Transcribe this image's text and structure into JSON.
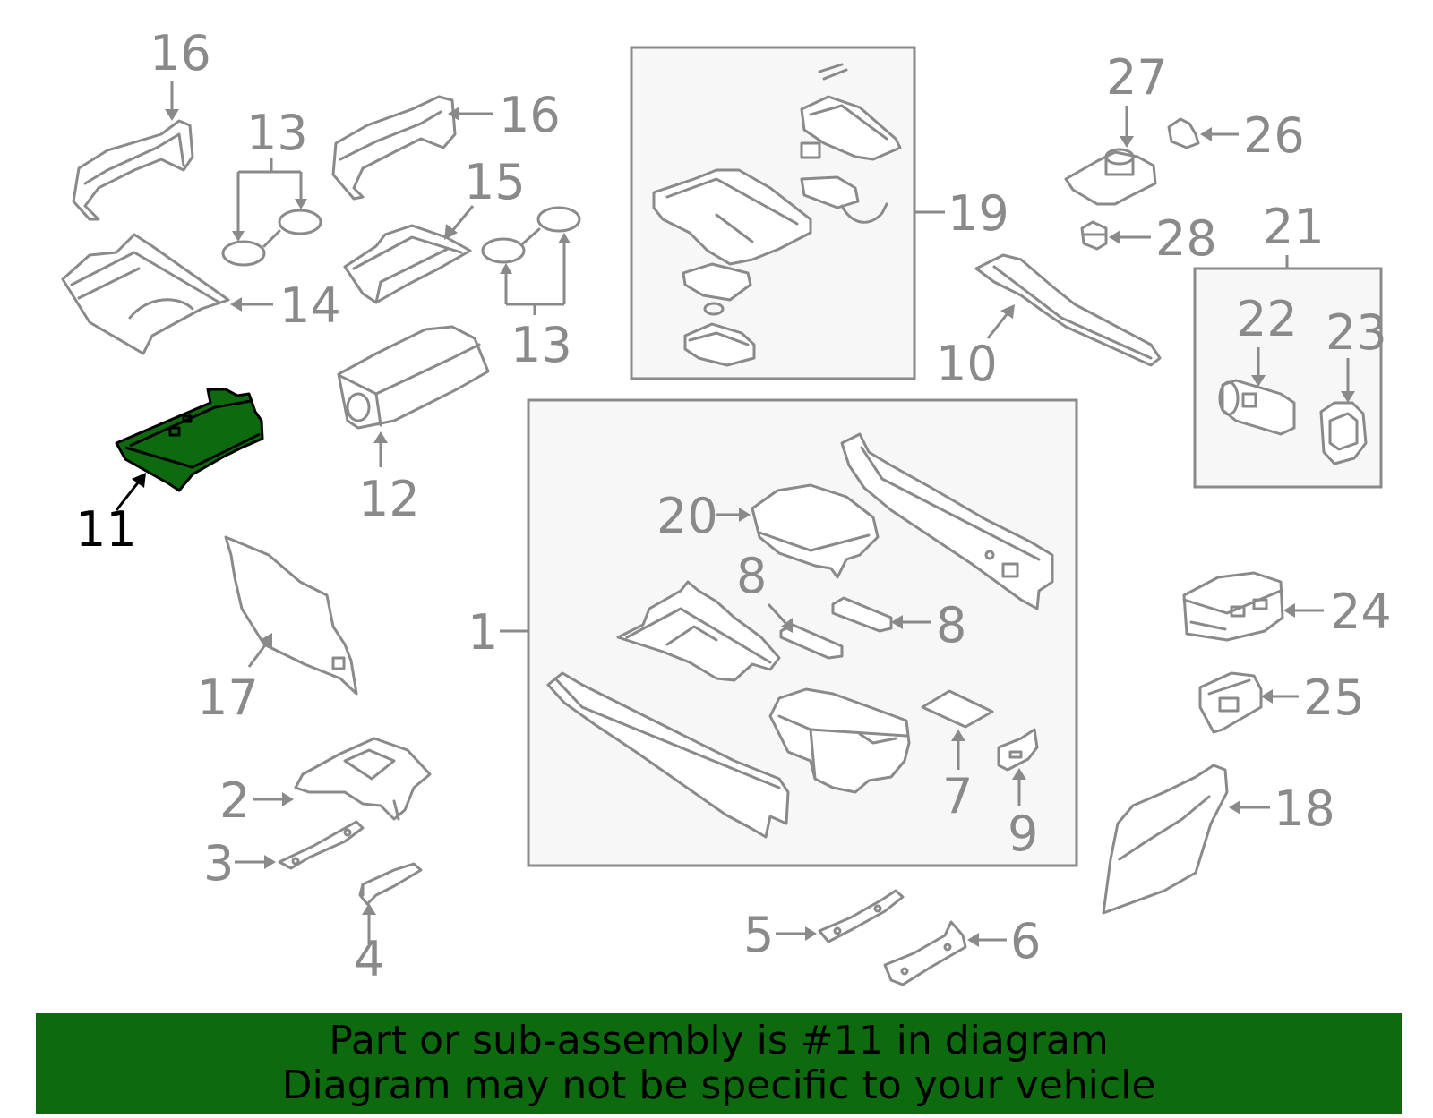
{
  "colors": {
    "line": "#8a8a8a",
    "box_fill": "#f7f7f7",
    "highlight_fill": "#0e6a0e",
    "highlight_stroke": "#000000",
    "banner_bg": "#0e6a0e",
    "banner_text": "#000000"
  },
  "callouts": {
    "c1": "1",
    "c2": "2",
    "c3": "3",
    "c4": "4",
    "c5": "5",
    "c6": "6",
    "c7": "7",
    "c8a": "8",
    "c8b": "8",
    "c9": "9",
    "c10": "10",
    "c11": "11",
    "c12": "12",
    "c13a": "13",
    "c13b": "13",
    "c14": "14",
    "c15": "15",
    "c16a": "16",
    "c16b": "16",
    "c17": "17",
    "c18": "18",
    "c19": "19",
    "c20": "20",
    "c21": "21",
    "c22": "22",
    "c23": "23",
    "c24": "24",
    "c25": "25",
    "c26": "26",
    "c27": "27",
    "c28": "28"
  },
  "highlighted_part": "11",
  "banner": {
    "line1": "Part or sub-assembly is #11 in diagram",
    "line2": "Diagram may not be specific to your vehicle"
  }
}
